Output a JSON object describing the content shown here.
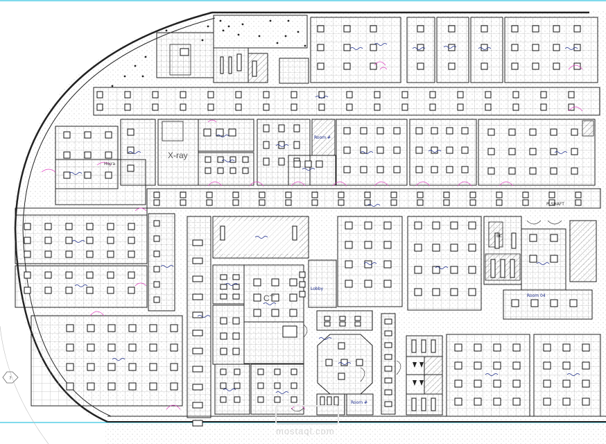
{
  "colors": {
    "wall": "#222222",
    "grid": "#9a9a9a",
    "label": "#1a2a8a",
    "guide": "#00b4d8",
    "magenta": "#e040c0",
    "hatch": "#777777"
  },
  "labels": {
    "xray": "X-ray",
    "ct": "CT",
    "lobby": "Lobby",
    "bc": "BC",
    "roomA": "Room #",
    "roomB": "Room #",
    "shaft": "P. SHAFT",
    "hojra": "Hojra",
    "room_r": "Room 04",
    "watermark": "mostaql.com",
    "hex": "?"
  }
}
